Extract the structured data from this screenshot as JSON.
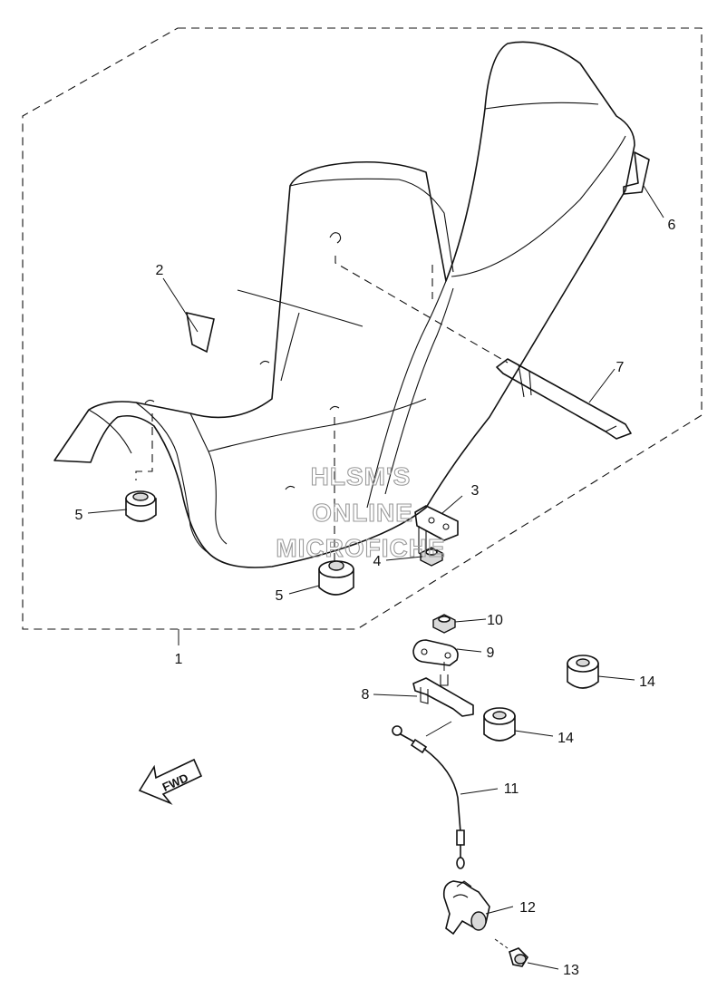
{
  "callouts": [
    {
      "id": "1",
      "label": "1"
    },
    {
      "id": "2",
      "label": "2"
    },
    {
      "id": "3",
      "label": "3"
    },
    {
      "id": "4",
      "label": "4"
    },
    {
      "id": "5a",
      "label": "5"
    },
    {
      "id": "5b",
      "label": "5"
    },
    {
      "id": "6",
      "label": "6"
    },
    {
      "id": "7",
      "label": "7"
    },
    {
      "id": "8",
      "label": "8"
    },
    {
      "id": "9",
      "label": "9"
    },
    {
      "id": "10",
      "label": "10"
    },
    {
      "id": "11",
      "label": "11"
    },
    {
      "id": "12",
      "label": "12"
    },
    {
      "id": "13",
      "label": "13"
    },
    {
      "id": "14a",
      "label": "14"
    },
    {
      "id": "14b",
      "label": "14"
    }
  ],
  "watermark": [
    "HLSM'S",
    "ONLINE",
    "MICROFICHE"
  ],
  "fwd_label": "FWD"
}
